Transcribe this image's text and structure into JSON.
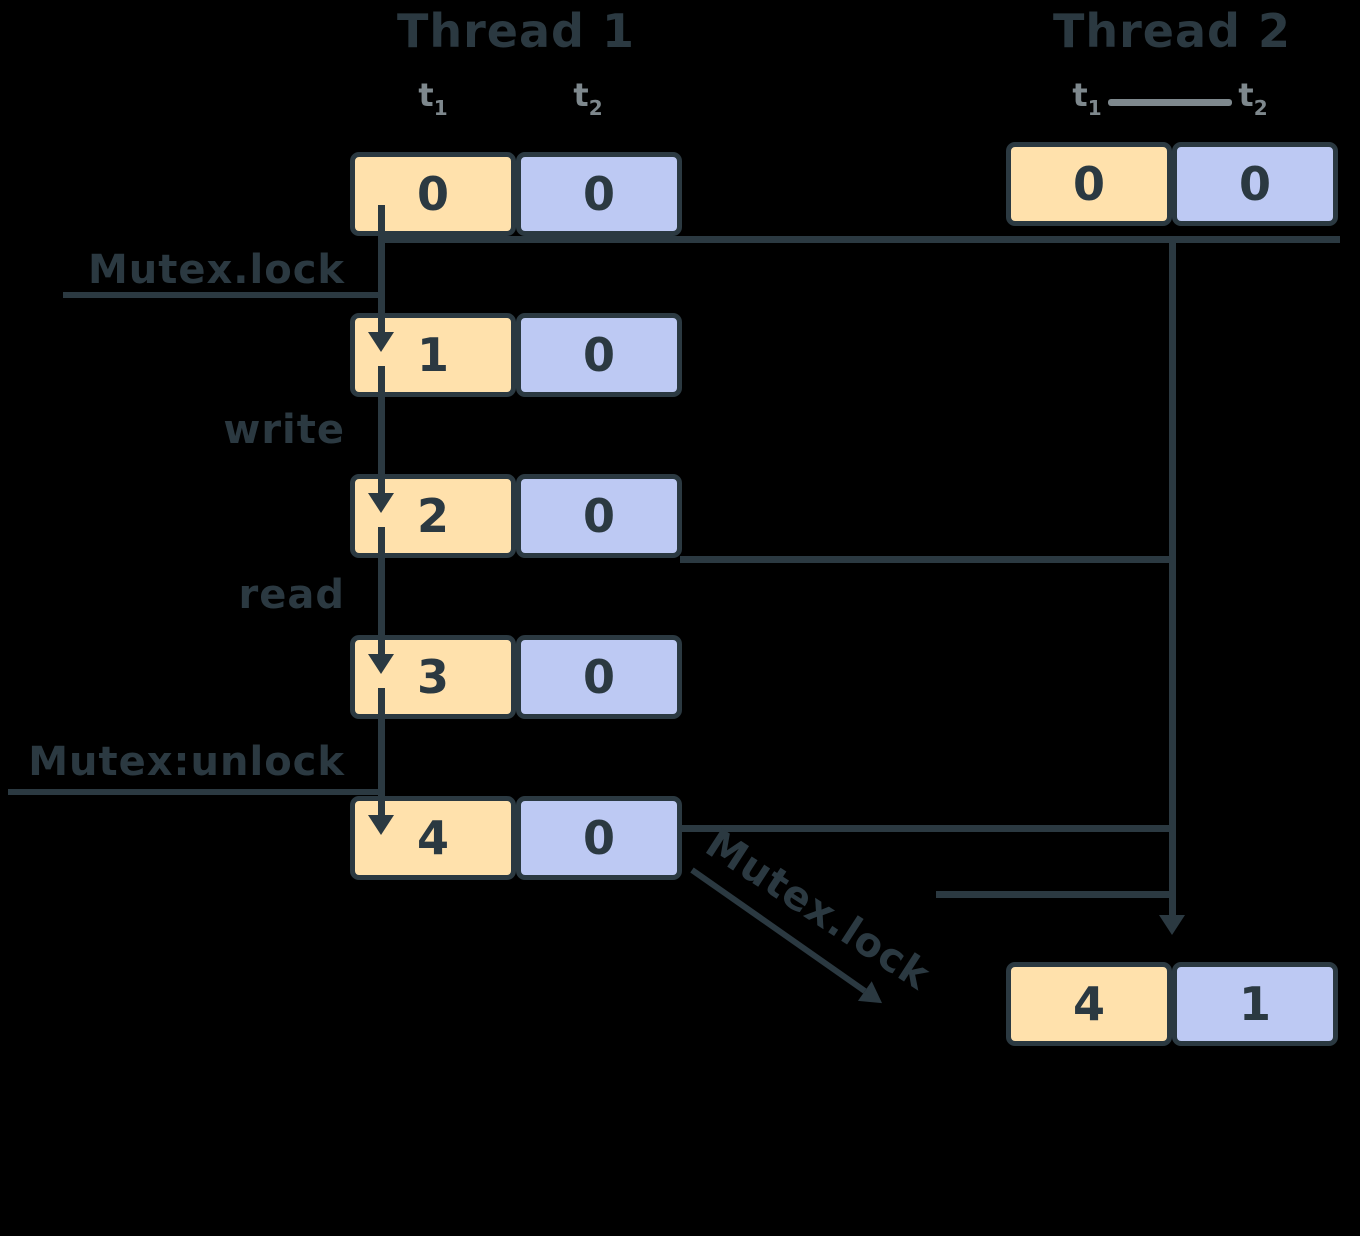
{
  "thread1": {
    "title": "Thread 1",
    "rows": [
      [
        "0",
        "0"
      ],
      [
        "1",
        "0"
      ],
      [
        "2",
        "0"
      ],
      [
        "3",
        "0"
      ],
      [
        "4",
        "0"
      ]
    ],
    "operations": [
      "Mutex.lock",
      "write",
      "read",
      "Mutex:unlock"
    ]
  },
  "thread2": {
    "title": "Thread 2",
    "rows": [
      [
        "0",
        "0"
      ],
      [
        "4",
        "1"
      ]
    ]
  },
  "clock_labels": {
    "t1": {
      "base": "t",
      "sub": "1"
    },
    "t2": {
      "base": "t",
      "sub": "2"
    }
  },
  "edge_label": "Mutex.lock",
  "colors": {
    "clock_value_cell": "#ffe1ac",
    "clock_flag_cell": "#bdc9f3",
    "line_and_text": "#2b3941",
    "muted_labels": "#7e888d",
    "background": "#000000"
  }
}
